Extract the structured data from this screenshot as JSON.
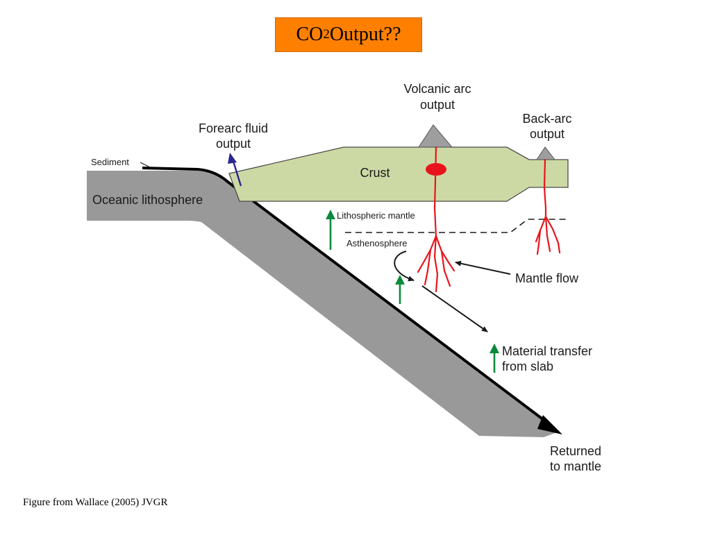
{
  "title": {
    "prefix": "CO",
    "subscript": "2",
    "suffix": " Output??"
  },
  "colors": {
    "title_bg": "#ff8000",
    "crust": "#cdd9a4",
    "lithosphere": "#999999",
    "volcano": "#9e9e9e",
    "magma": "#e8141b",
    "green_arrow": "#0c8a3c",
    "forearc_arrow": "#2b2590"
  },
  "labels": {
    "sediment": "Sediment",
    "oceanic_lithosphere": "Oceanic lithosphere",
    "forearc_line1": "Forearc fluid",
    "forearc_line2": "output",
    "crust": "Crust",
    "volcanic_line1": "Volcanic arc",
    "volcanic_line2": "output",
    "backarc_line1": "Back-arc",
    "backarc_line2": "output",
    "lithospheric_mantle": "Lithospheric mantle",
    "asthenosphere": "Asthenosphere",
    "mantle_flow": "Mantle flow",
    "material_line1": "Material transfer",
    "material_line2": "from slab",
    "returned_line1": "Returned",
    "returned_line2": "to mantle"
  },
  "caption": "Figure from Wallace (2005) JVGR"
}
